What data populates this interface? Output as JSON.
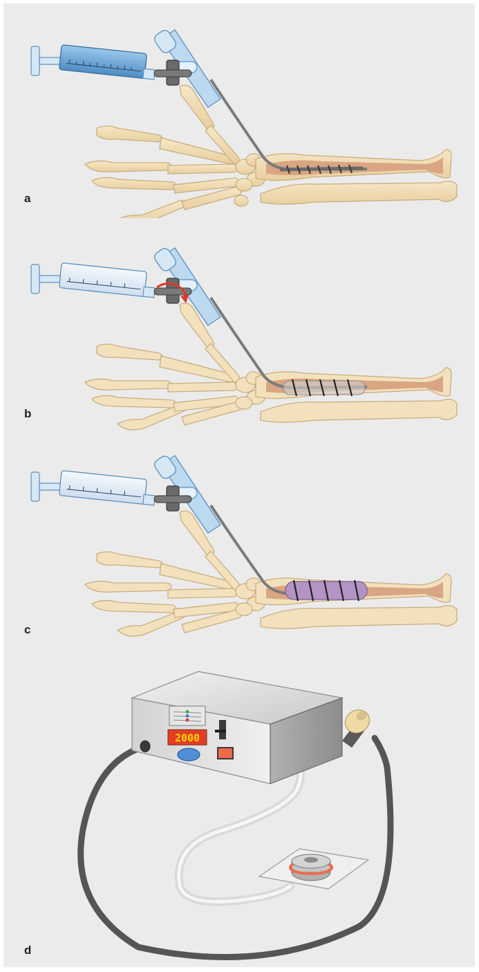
{
  "figure": {
    "panels": [
      {
        "id": "a",
        "label": "a"
      },
      {
        "id": "b",
        "label": "b"
      },
      {
        "id": "c",
        "label": "c"
      },
      {
        "id": "d",
        "label": "d"
      }
    ]
  },
  "device": {
    "display_value": "2000"
  },
  "colors": {
    "background": "#ebebeb",
    "bone": "#f1dcb4",
    "bone_outline": "#c9ad7f",
    "marrow": "#d9a582",
    "syringe_blue": "#6fa8d6",
    "tube": "#808080",
    "stopcock": "#555555",
    "arrow": "#e03a2a",
    "balloon": "#b394c4",
    "display_red": "#e43d24",
    "display_yellow": "#f2d800",
    "cable": "#555555",
    "silicone_tube": "#dadada",
    "pad_ring": "#f06a4a"
  },
  "icons": {
    "syringe": "syringe-icon",
    "stopcock": "stopcock-icon",
    "arrow": "rotation-arrow-icon"
  }
}
